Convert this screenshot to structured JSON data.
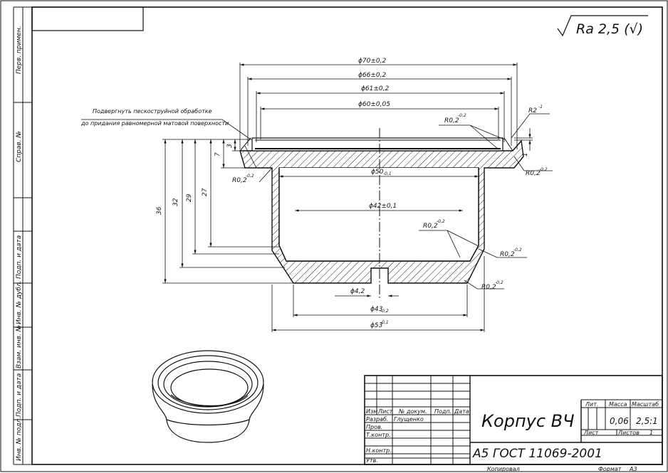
{
  "roughness": {
    "symbol_text": "Ra 2,5 (√)"
  },
  "note": {
    "line1": "Подвергнуть пескоструйной обработке",
    "line2": "до придания равномерной матовой поверхности"
  },
  "dims": {
    "d70": "ϕ70±0,2",
    "d66": "ϕ66±0,2",
    "d61": "ϕ61±0,2",
    "d60": "ϕ60±0,05",
    "d50": "ϕ50",
    "d50_tol": "-0,1",
    "d42": "ϕ42±0,1",
    "d4": "ϕ4,2",
    "d43": "ϕ43",
    "d43_tol": "-0,2",
    "d53": "ϕ53",
    "d53_tol": "-0,1",
    "r_base": "R0,2",
    "r_tol": "-0,2",
    "r2": "R2",
    "r2_tol": "-1",
    "h36": "36",
    "h32": "32",
    "h29": "29",
    "h27": "27",
    "h7": "7",
    "h3": "3",
    "h1": "1"
  },
  "side_labels": [
    "Перв. примен.",
    "Справ. №",
    "Подп. и дата",
    "Инв. № дубл.",
    "Взам. инв. №",
    "Подп. и дата",
    "Инв. № подл."
  ],
  "title_block": {
    "col_izm": "Изм.",
    "col_list": "Лист",
    "col_ndoc": "№ докум.",
    "col_podp": "Подп.",
    "col_data": "Дата",
    "row_razrab": "Разраб.",
    "razrab_name": "Глущенко",
    "row_prov": "Пров.",
    "row_tkontr": "Т.контр.",
    "row_nkontr": "Н.контр.",
    "row_utv": "Утв.",
    "title": "Корпус ВЧ",
    "material": "А5 ГОСТ 11069-2001",
    "hdr_lit": "Лит.",
    "hdr_massa": "Масса",
    "hdr_masshtab": "Масштаб",
    "massa": "0,06",
    "masshtab": "2,5:1",
    "list_label": "Лист",
    "listov_label": "Листов",
    "listov_value": "1",
    "kopiroval": "Копировал",
    "format_label": "Формат",
    "format_value": "А3"
  }
}
